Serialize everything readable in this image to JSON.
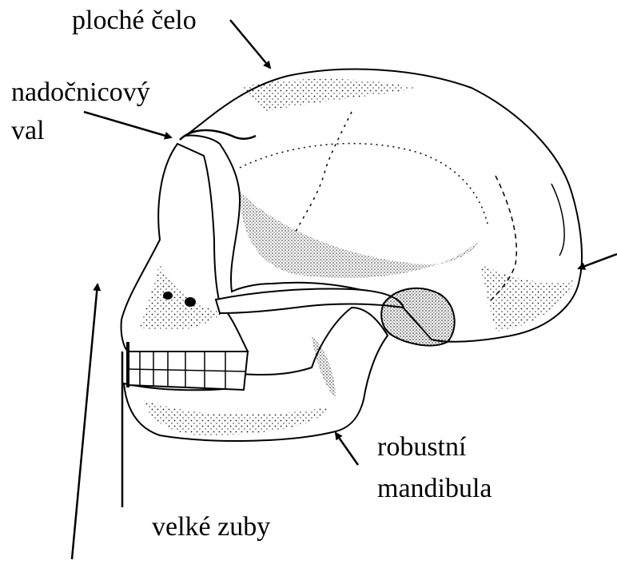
{
  "labels": {
    "flat_forehead": "ploché čelo",
    "brow_ridge_line1": "nadočnicový",
    "brow_ridge_line2": "val",
    "robust_mandible_line1": "robustní",
    "robust_mandible_line2": "mandibula",
    "large_teeth": "velké zuby"
  },
  "colors": {
    "ink": "#000000",
    "background": "#ffffff"
  }
}
